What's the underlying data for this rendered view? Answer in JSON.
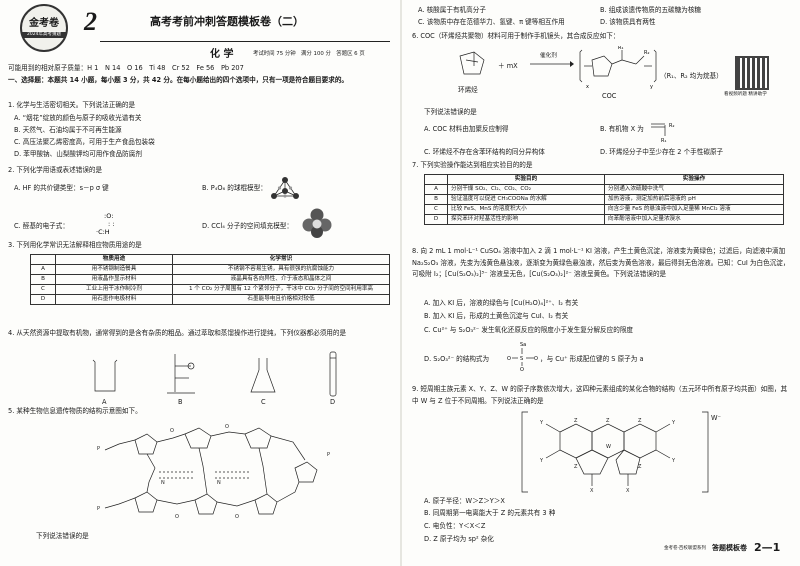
{
  "header": {
    "badge_text": "金考卷",
    "badge_sub": "2024年高考猜题",
    "number": "2",
    "title": "高考考前冲刺答题模板卷（二）",
    "subject": "化 学",
    "exam_info": "考试时间 75 分钟　满分 100 分　答题区 6 页"
  },
  "atomic_masses": "可能用到的相对原子质量：H 1　N 14　O 16　Ti 48　Cr 52　Fe 56　Pb 207",
  "section1": "一、选择题：本题共 14 小题，每小题 3 分，共 42 分。在每小题给出的四个选项中，只有一项是符合题目要求的。",
  "q1": {
    "stem": "1. 化学与生活密切相关。下列说法正确的是",
    "a": "A. “烟花”绽放的颜色与原子的吸收光谱有关",
    "b": "B. 天然气、石油均属于不可再生能源",
    "c": "C. 高压法聚乙烯密度高，可用于生产食品包装袋",
    "d": "D. 苯甲酸钠、山梨酸钾均可用作食品防腐剂"
  },
  "q2": {
    "stem": "2. 下列化学用语或表述错误的是",
    "a": "A. HF 的共价键类型：s－p σ 键",
    "b": "B. P₄O₆ 的球棍模型：",
    "c": "C. 醛基的电子式：",
    "d": "D. CCl₄ 分子的空间填充模型："
  },
  "q3": {
    "stem": "3. 下列用化学常识无法解释相应物质用途的是",
    "headers": [
      "物质用途",
      "化学常识"
    ],
    "rows": [
      [
        "A",
        "用不锈钢制造餐具",
        "不锈钢不容易生锈，具有很强的抗腐蚀能力"
      ],
      [
        "B",
        "用液晶作显示材料",
        "液晶具有各向异性、介于液态和晶体之间"
      ],
      [
        "C",
        "工业上用干冰作制冷剂",
        "1 个 CO₂ 分子周围有 12 个紧邻分子，干冰中 CO₂ 分子间的空间利用率高"
      ],
      [
        "D",
        "用石墨作电极材料",
        "石墨能导电且价格相对较低"
      ]
    ]
  },
  "q4": {
    "stem": "4. 从天然资源中提取有机物，通常得到的是含有杂质的粗品。通过萃取和蒸馏操作进行提纯，下列仪器都必须用的是",
    "labels": [
      "A",
      "B",
      "C",
      "D"
    ]
  },
  "q5": {
    "stem": "5. 某种生物信息遗传物质的结构示意图如下。",
    "after": "下列说法错误的是"
  },
  "q5_options_right": {
    "a": "A. 核酸属于有机高分子",
    "b": "B. 组成该遗传物质的五碳糖为核糖",
    "c": "C. 该物质中存在范德华力、氢键、π 键等相互作用",
    "d": "D. 该物质具有两性"
  },
  "q6": {
    "stem": "6. COC（环烯烃共聚物）材料可用于制作手机镜头，其合成反应如下：",
    "reactant": "环烯烃",
    "plus": "＋ mX",
    "catalyst": "催化剂",
    "product": "COC",
    "note": "（R₁、R₂ 均为烷基）",
    "qr_caption": "看视频听题 精讲助学",
    "ask": "下列说法错误的是",
    "a": "A. COC 材料由加聚反应制得",
    "b": "B. 有机物 X 为",
    "c": "C. 环烯烃不存在含苯环结构的同分异构体",
    "d": "D. 环烯烃分子中至少存在 2 个手性碳原子"
  },
  "q7": {
    "stem": "7. 下列实验操作能达到相应实验目的的是",
    "headers": [
      "",
      "实验目的",
      "实验操作"
    ],
    "rows": [
      [
        "A",
        "分别干燥 SO₂、Cl₂、CO₂、CO₂",
        "分别通入浓硫酸中洗气"
      ],
      [
        "B",
        "验证温度可以促进 CH₃COONa 的水解",
        "加热溶液，测定加热前后溶液的 pH"
      ],
      [
        "C",
        "比较 FeS、MnS 的溶度积大小",
        "向含少量 FeS 的悬浊液中加入足量稀 MnCl₂ 溶液"
      ],
      [
        "D",
        "探究苯环对羟基活性的影响",
        "向苯酚溶液中加入足量浓溴水"
      ]
    ]
  },
  "q8": {
    "stem": "8. 向 2 mL 1 mol·L⁻¹ CuSO₄ 溶液中加入 2 滴 1 mol·L⁻¹ KI 溶液，产生土黄色沉淀，溶液变为黄绿色；过滤后，向滤液中滴加 Na₂S₂O₃ 溶液，先变为浅黄色悬浊液，逐渐变为黄绿色悬浊液，然后变为黄色溶液，最后得到无色溶液。已知：CuI 为白色沉淀，可吸附 I₂；[Cu(S₂O₃)₂]³⁻ 溶液呈无色，[Cu(S₂O₃)₂]²⁻ 溶液呈黄色。下列说法错误的是",
    "a": "A. 加入 KI 后，溶液的绿色与 [Cu(H₂O)₄]²⁺、I₂ 有关",
    "b": "B. 加入 KI 后，形成的土黄色沉淀与 CuI、I₂ 有关",
    "c": "C. Cu²⁺ 与 S₂O₃²⁻ 发生氧化还原反应的限度小于发生复分解反应的限度",
    "d": "D. S₂O₃²⁻ 的结构式为",
    "d_tail": "，与 Cu⁺ 形成配位键的 S 原子为 a"
  },
  "q9": {
    "stem": "9. 短周期主族元素 X、Y、Z、W 的原子序数依次增大，这四种元素组成的某化合物的结构（五元环中所有原子均共面）如图，其中 W 与 Z 位于不同周期。下列说法正确的是",
    "a": "A. 原子半径：W＞Z＞Y＞X",
    "b": "B. 同周期第一电离能大于 Z 的元素共有 3 种",
    "c": "C. 电负性：Y＜X＜Z",
    "d": "D. Z 原子均为 sp² 杂化",
    "charge": "W⁻"
  },
  "footer": {
    "brand": "金考卷·百校联盟系列",
    "name": "答题模板卷",
    "page": "2—1"
  }
}
